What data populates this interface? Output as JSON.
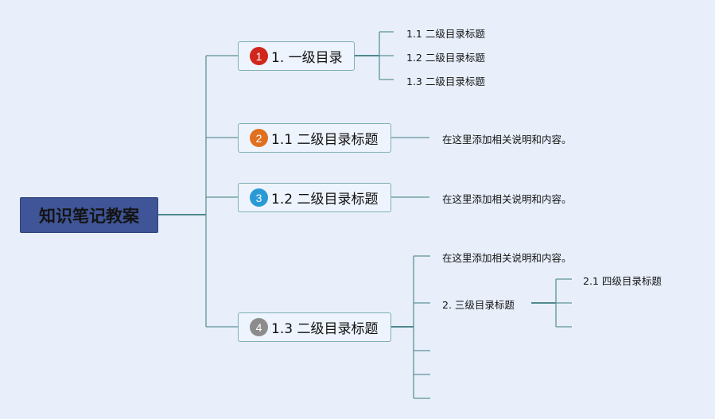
{
  "root": {
    "label": "知识笔记教案"
  },
  "topics": [
    {
      "badge": "1",
      "badge_color": "#d0261c",
      "label": "1. 一级目录"
    },
    {
      "badge": "2",
      "badge_color": "#e0701f",
      "label": "1.1 二级目录标题"
    },
    {
      "badge": "3",
      "badge_color": "#2a9ad6",
      "label": "1.2 二级目录标题"
    },
    {
      "badge": "4",
      "badge_color": "#8c8c8c",
      "label": "1.3 二级目录标题"
    }
  ],
  "topic1_children": [
    "1.1 二级目录标题",
    "1.2 二级目录标题",
    "1.3 二级目录标题"
  ],
  "topic2_note": "在这里添加相关说明和内容。",
  "topic3_note": "在这里添加相关说明和内容。",
  "topic4_children": {
    "note": "在这里添加相关说明和内容。",
    "sub": "2. 三级目录标题",
    "sub_children": [
      "2.1 四级目录标题"
    ]
  },
  "colors": {
    "background": "#e8effb",
    "root_fill": "#3f5597",
    "topic_border": "#7eaeb3",
    "connector": "#5d9297"
  }
}
